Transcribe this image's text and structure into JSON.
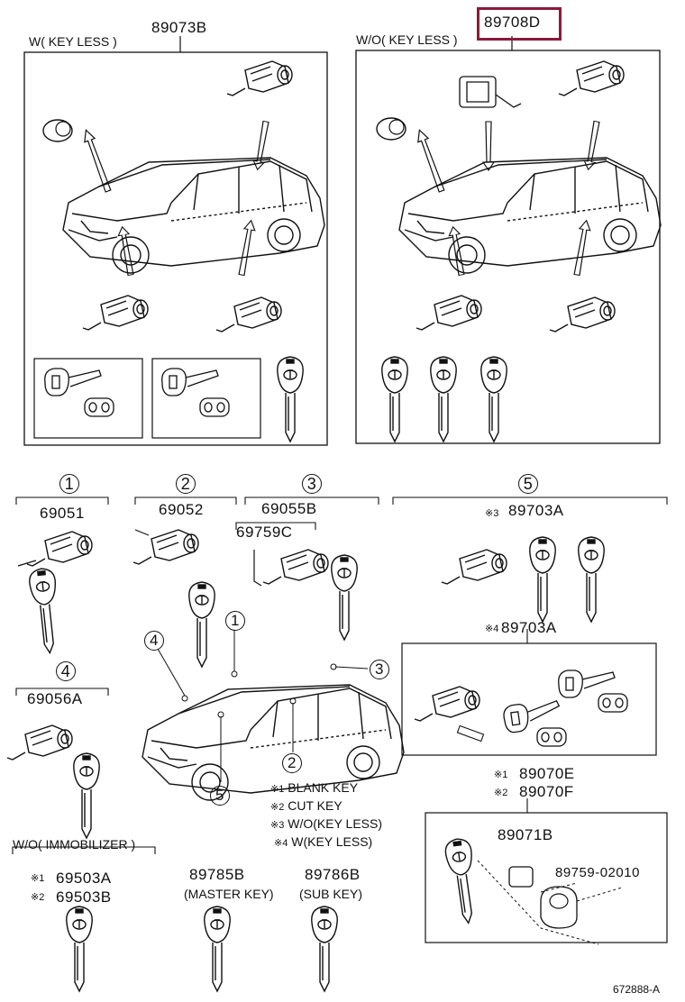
{
  "accent_color": "#8b1a3a",
  "top_left": {
    "title": "W( KEY LESS )",
    "part": "89073B"
  },
  "top_right": {
    "title": "W/O( KEY LESS )",
    "part": "89708D"
  },
  "groups": {
    "g1": {
      "num": "1",
      "part": "69051"
    },
    "g2": {
      "num": "2",
      "part": "69052"
    },
    "g3": {
      "num": "3",
      "part": "69055B",
      "sub": "69759C"
    },
    "g4": {
      "num": "4",
      "part": "69056A"
    },
    "g5": {
      "num": "5"
    }
  },
  "g5_items": {
    "a_mark": "※3",
    "a_part": "89703A",
    "b_mark": "※4",
    "b_part": "89703A",
    "c_mark": "※1",
    "c_part": "89070E",
    "d_mark": "※2",
    "d_part": "89070F",
    "e_part": "89071B",
    "f_part": "89759-02010"
  },
  "car_callouts": [
    "1",
    "2",
    "3",
    "4",
    "5"
  ],
  "notes": [
    {
      "mark": "※1",
      "text": "BLANK  KEY"
    },
    {
      "mark": "※2",
      "text": "CUT  KEY"
    },
    {
      "mark": "※3",
      "text": "W/O(KEY LESS)"
    },
    {
      "mark": "※4",
      "text": "W(KEY LESS)"
    }
  ],
  "immobilizer": {
    "title": "W/O( IMMOBILIZER )",
    "items": [
      {
        "mark": "※1",
        "part": "69503A"
      },
      {
        "mark": "※2",
        "part": "69503B"
      }
    ]
  },
  "master_key": {
    "part": "89785B",
    "label": "(MASTER KEY)"
  },
  "sub_key": {
    "part": "89786B",
    "label": "(SUB  KEY)"
  },
  "diagram_id": "672888-A"
}
